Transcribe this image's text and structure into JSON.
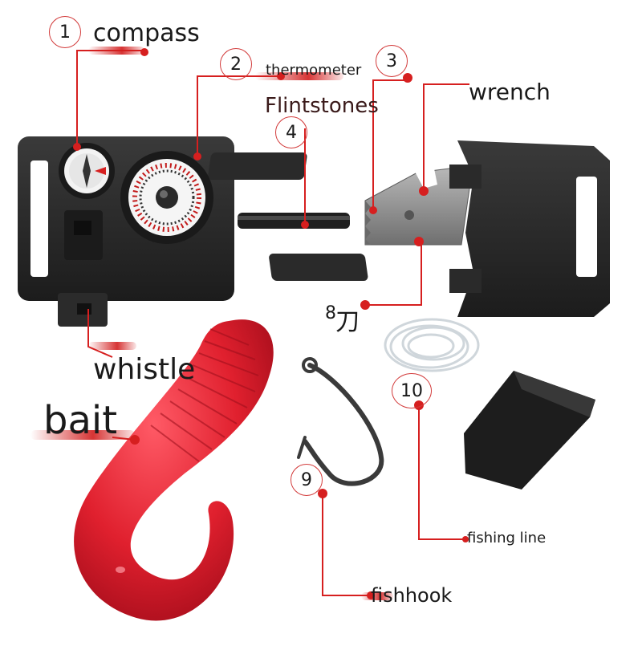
{
  "labels": {
    "compass": "compass",
    "thermometer": "thermometer",
    "flintstones": "Flintstones",
    "wrench": "wrench",
    "knife_glyph": "刀",
    "whistle": "whistle",
    "bait": "bait",
    "fishing_line": "fishing line",
    "fishhook": "fishhook"
  },
  "numbers": {
    "n1": "1",
    "n2": "2",
    "n3": "3",
    "n4": "4",
    "n8": "8",
    "n9": "9",
    "n10": "10"
  },
  "colors": {
    "leader": "#d61f1f",
    "plastic": "#2b2b2b",
    "plastic_light": "#3b3b3b",
    "metal": "#8e8e8e",
    "bait": "#e0202e",
    "bait_dark": "#b01020"
  }
}
